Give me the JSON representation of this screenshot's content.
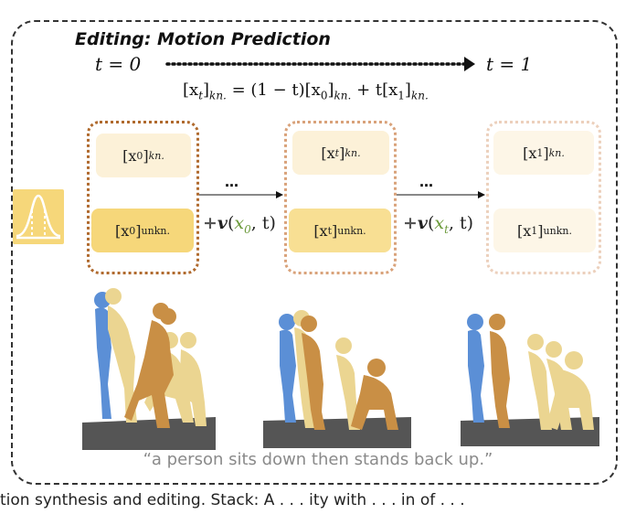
{
  "diagram": {
    "title": "Editing: Motion Prediction",
    "t_start": "t = 0",
    "t_end": "t = 1",
    "formula": {
      "lhs": "[x",
      "lhs_sub": "t",
      "lhs_close": "]",
      "lhs_index": "kn.",
      "rhs_a": " = (1 − t)[x",
      "rhs_a_sub": "0",
      "rhs_a_close": "]",
      "rhs_a_index": "kn.",
      "rhs_b": " + t[x",
      "rhs_b_sub": "1",
      "rhs_b_close": "]",
      "rhs_b_index": "kn."
    },
    "groups": [
      {
        "known_main": "[x",
        "known_sub": "0",
        "known_close": "]",
        "known_idx": "kn.",
        "unknown_main": "[x",
        "unknown_sub": "0",
        "unknown_close": "]",
        "unknown_idx": "unkn."
      },
      {
        "known_main": "[x",
        "known_sub": "t",
        "known_close": "]",
        "known_idx": "kn.",
        "unknown_main": "[x",
        "unknown_sub": "t",
        "unknown_close": "]",
        "unknown_idx": "unkn."
      },
      {
        "known_main": "[x",
        "known_sub": "1",
        "known_close": "]",
        "known_idx": "kn.",
        "unknown_main": "[x",
        "unknown_sub": "1",
        "unknown_close": "]",
        "unknown_idx": "unkn."
      }
    ],
    "ellipsis": "…",
    "velocity_1": {
      "plus": "+",
      "v": "v",
      "open": "(",
      "x": "x",
      "x_sub": "0",
      "rest": ", t)"
    },
    "velocity_2": {
      "plus": "+",
      "v": "v",
      "open": "(",
      "x": "x",
      "x_sub": "t",
      "rest": ", t)"
    },
    "caption": "“a person sits down then stands back up.”",
    "colors": {
      "blue_figure": "#5b8fd6",
      "light_figure": "#e8d48c",
      "dark_figure": "#c98f45",
      "group1_border": "#b06a2e",
      "group2_border": "#d9a27a",
      "group3_border": "#ecd0bc",
      "cell_light": "#fcf1d8",
      "cell_dark": "#f6d77a",
      "cell_mid": "#f8df93"
    }
  },
  "bottom_text": "tion synthesis and editing. Stack: A . . . ity with . . . in of . . ."
}
